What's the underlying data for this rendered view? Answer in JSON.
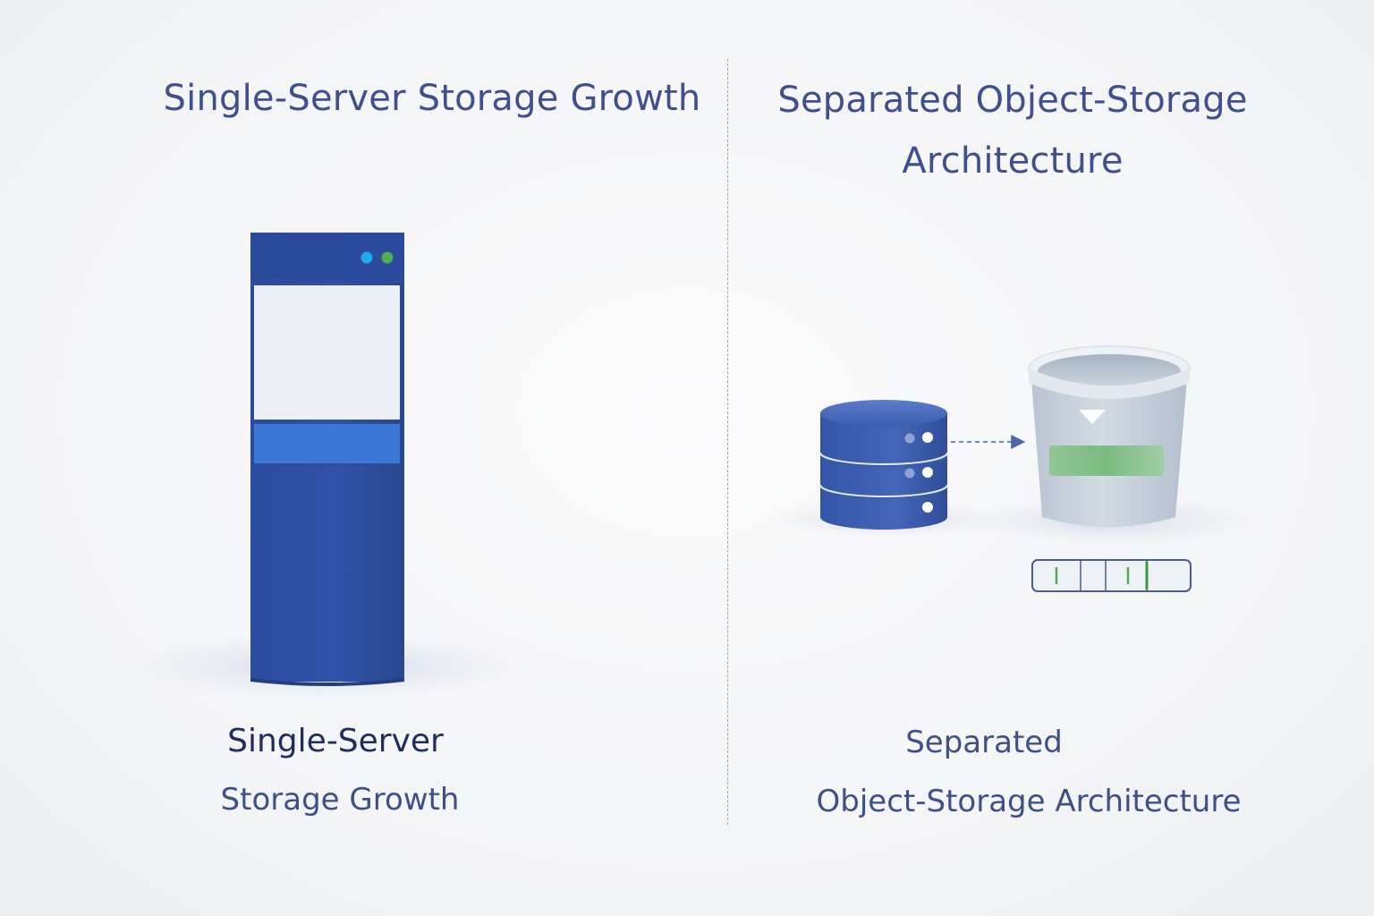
{
  "left": {
    "title": "Single-Server Storage Growth",
    "caption_line1": "Single-Server",
    "caption_line2": "Storage Growth"
  },
  "right": {
    "title_line1": "Separated Object-Storage",
    "title_line2": "Architecture",
    "caption_line1": "Separated",
    "caption_line2": "Object-Storage Architecture"
  },
  "colors": {
    "server_blue": "#2f4fa3",
    "accent_blue": "#3b78d6",
    "led_blue": "#23a8f0",
    "led_green": "#4caf50",
    "bucket_gray": "#c9d1db",
    "label_green": "#7fbf7f"
  },
  "icons": {
    "tower": "server-tower-icon",
    "database": "database-server-icon",
    "bucket": "object-storage-bucket-icon",
    "meter": "capacity-meter-icon",
    "arrow": "dashed-arrow-icon"
  }
}
